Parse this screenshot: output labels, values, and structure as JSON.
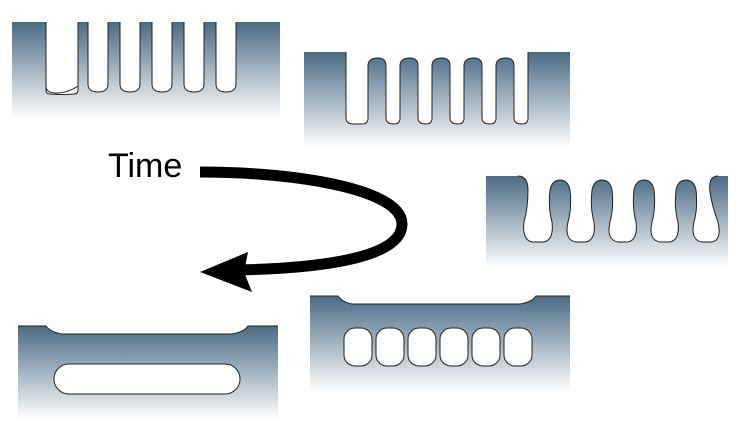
{
  "label": {
    "time": "Time"
  },
  "colors": {
    "gradient_top": "#4a6b84",
    "gradient_bottom": "#ffffff",
    "outline": "#222222",
    "arrow": "#000000"
  },
  "stages": [
    {
      "id": "stage-1-deep-trenches",
      "trench_count": 6
    },
    {
      "id": "stage-2-rounded-trenches",
      "trench_count": 6
    },
    {
      "id": "stage-3-necked-trenches",
      "trench_count": 6
    },
    {
      "id": "stage-4-enclosed-voids",
      "void_count": 6
    },
    {
      "id": "stage-5-merged-cavity",
      "void_count": 1
    }
  ]
}
